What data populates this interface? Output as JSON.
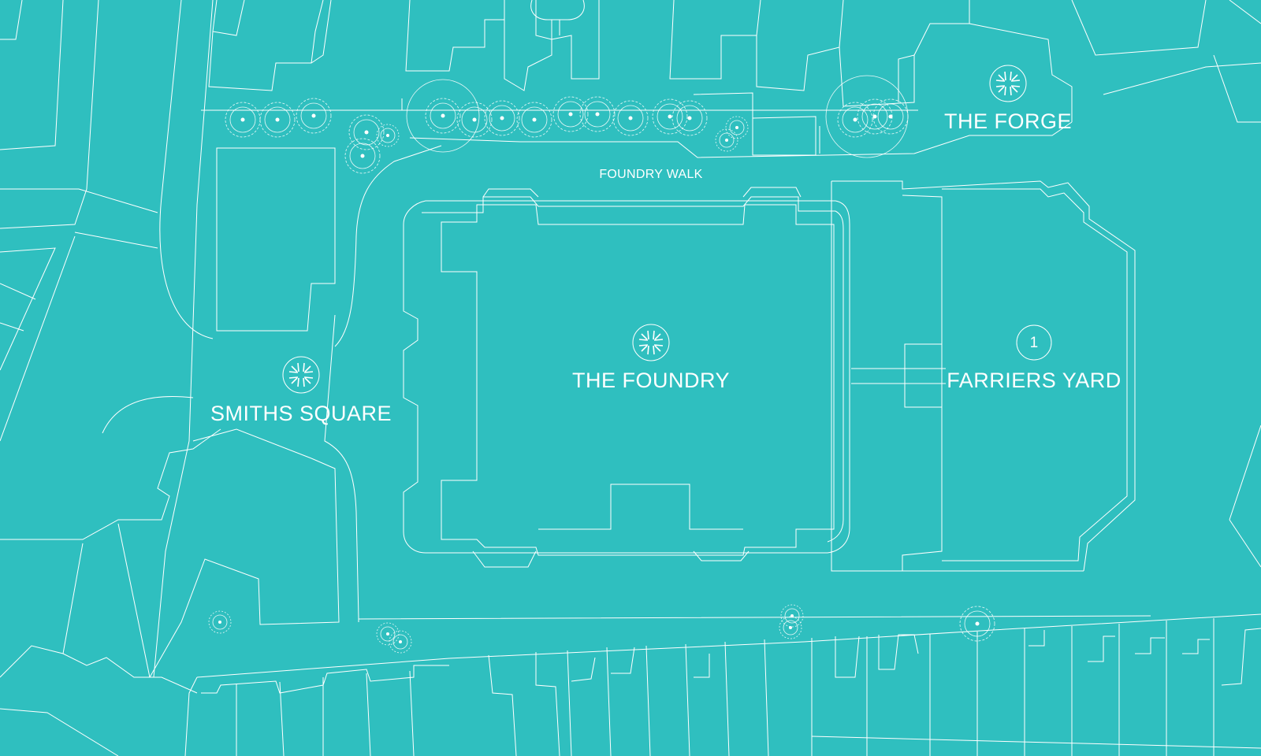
{
  "colors": {
    "background": "#2fbfbf",
    "lines": "#ffffff"
  },
  "labels": {
    "foundry_walk": "FOUNDRY WALK",
    "the_forge": "THE FORGE",
    "the_foundry": "THE FOUNDRY",
    "smiths_square": "SMITHS SQUARE",
    "farriers_yard": "FARRIERS YARD"
  },
  "markers": {
    "farriers_yard_number": "1"
  },
  "icons": {
    "the_forge": "brand-star-icon",
    "the_foundry": "brand-star-icon",
    "smiths_square": "brand-star-icon",
    "farriers_yard": "numbered-circle-icon"
  }
}
